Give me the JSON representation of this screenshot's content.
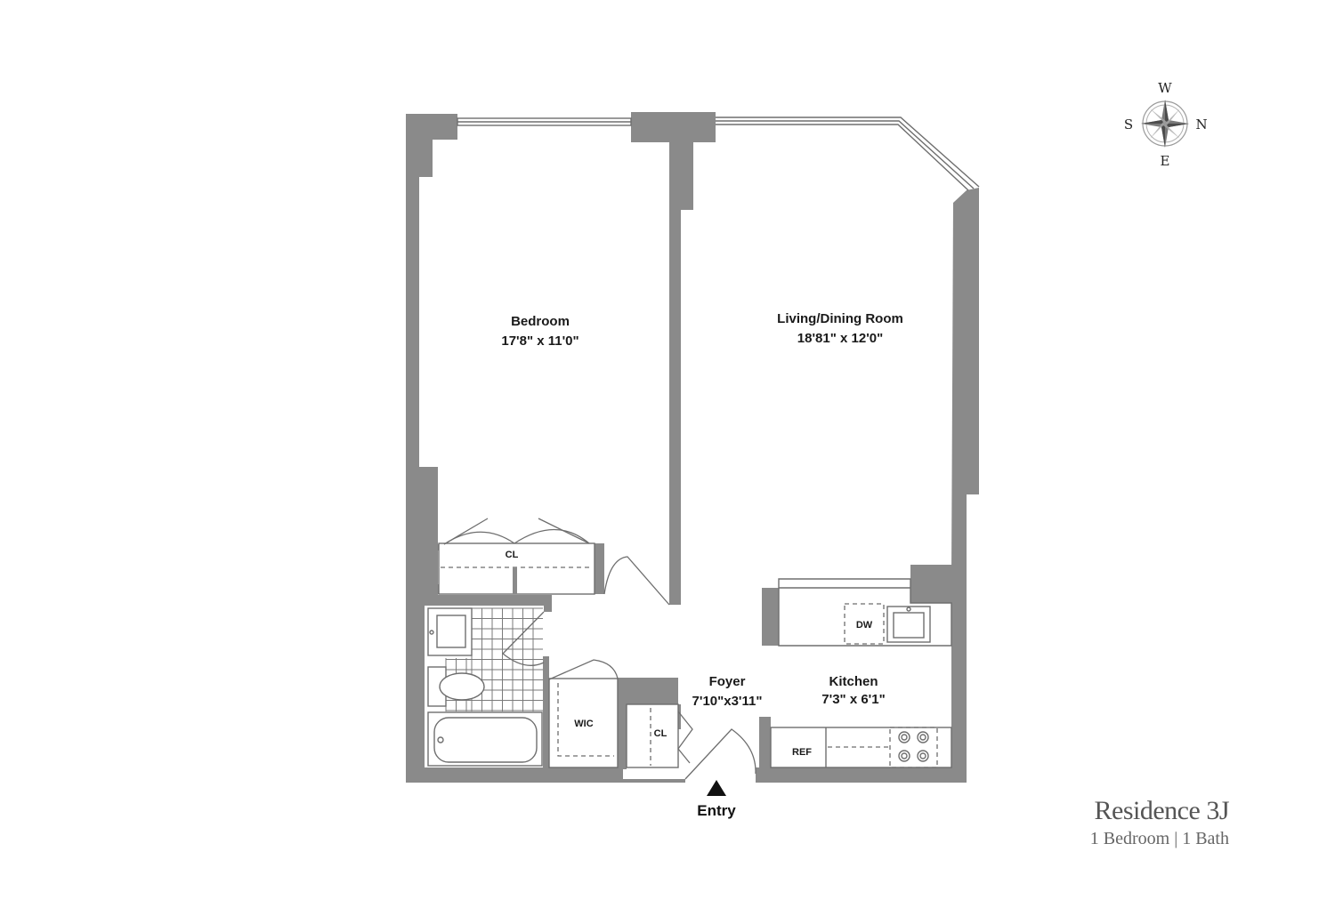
{
  "plan": {
    "rooms": {
      "bedroom": {
        "name": "Bedroom",
        "size": "17'8\" x 11'0\""
      },
      "living": {
        "name": "Living/Dining Room",
        "size": "18'81\" x 12'0\""
      },
      "foyer": {
        "name": "Foyer",
        "size": "7'10\"x3'11\""
      },
      "kitchen": {
        "name": "Kitchen",
        "size": "7'3\" x 6'1\""
      }
    },
    "labels": {
      "bedroom_closet": "CL",
      "walk_in_closet": "WIC",
      "foyer_closet": "CL",
      "dishwasher": "DW",
      "refrigerator": "REF",
      "entry": "Entry"
    }
  },
  "compass": {
    "north": "N",
    "south": "S",
    "east": "E",
    "west": "W"
  },
  "residence": {
    "title": "Residence 3J",
    "subtitle": "1 Bedroom | 1 Bath"
  },
  "colors": {
    "wall": "#8a8a8a",
    "line": "#6e6e6e"
  }
}
